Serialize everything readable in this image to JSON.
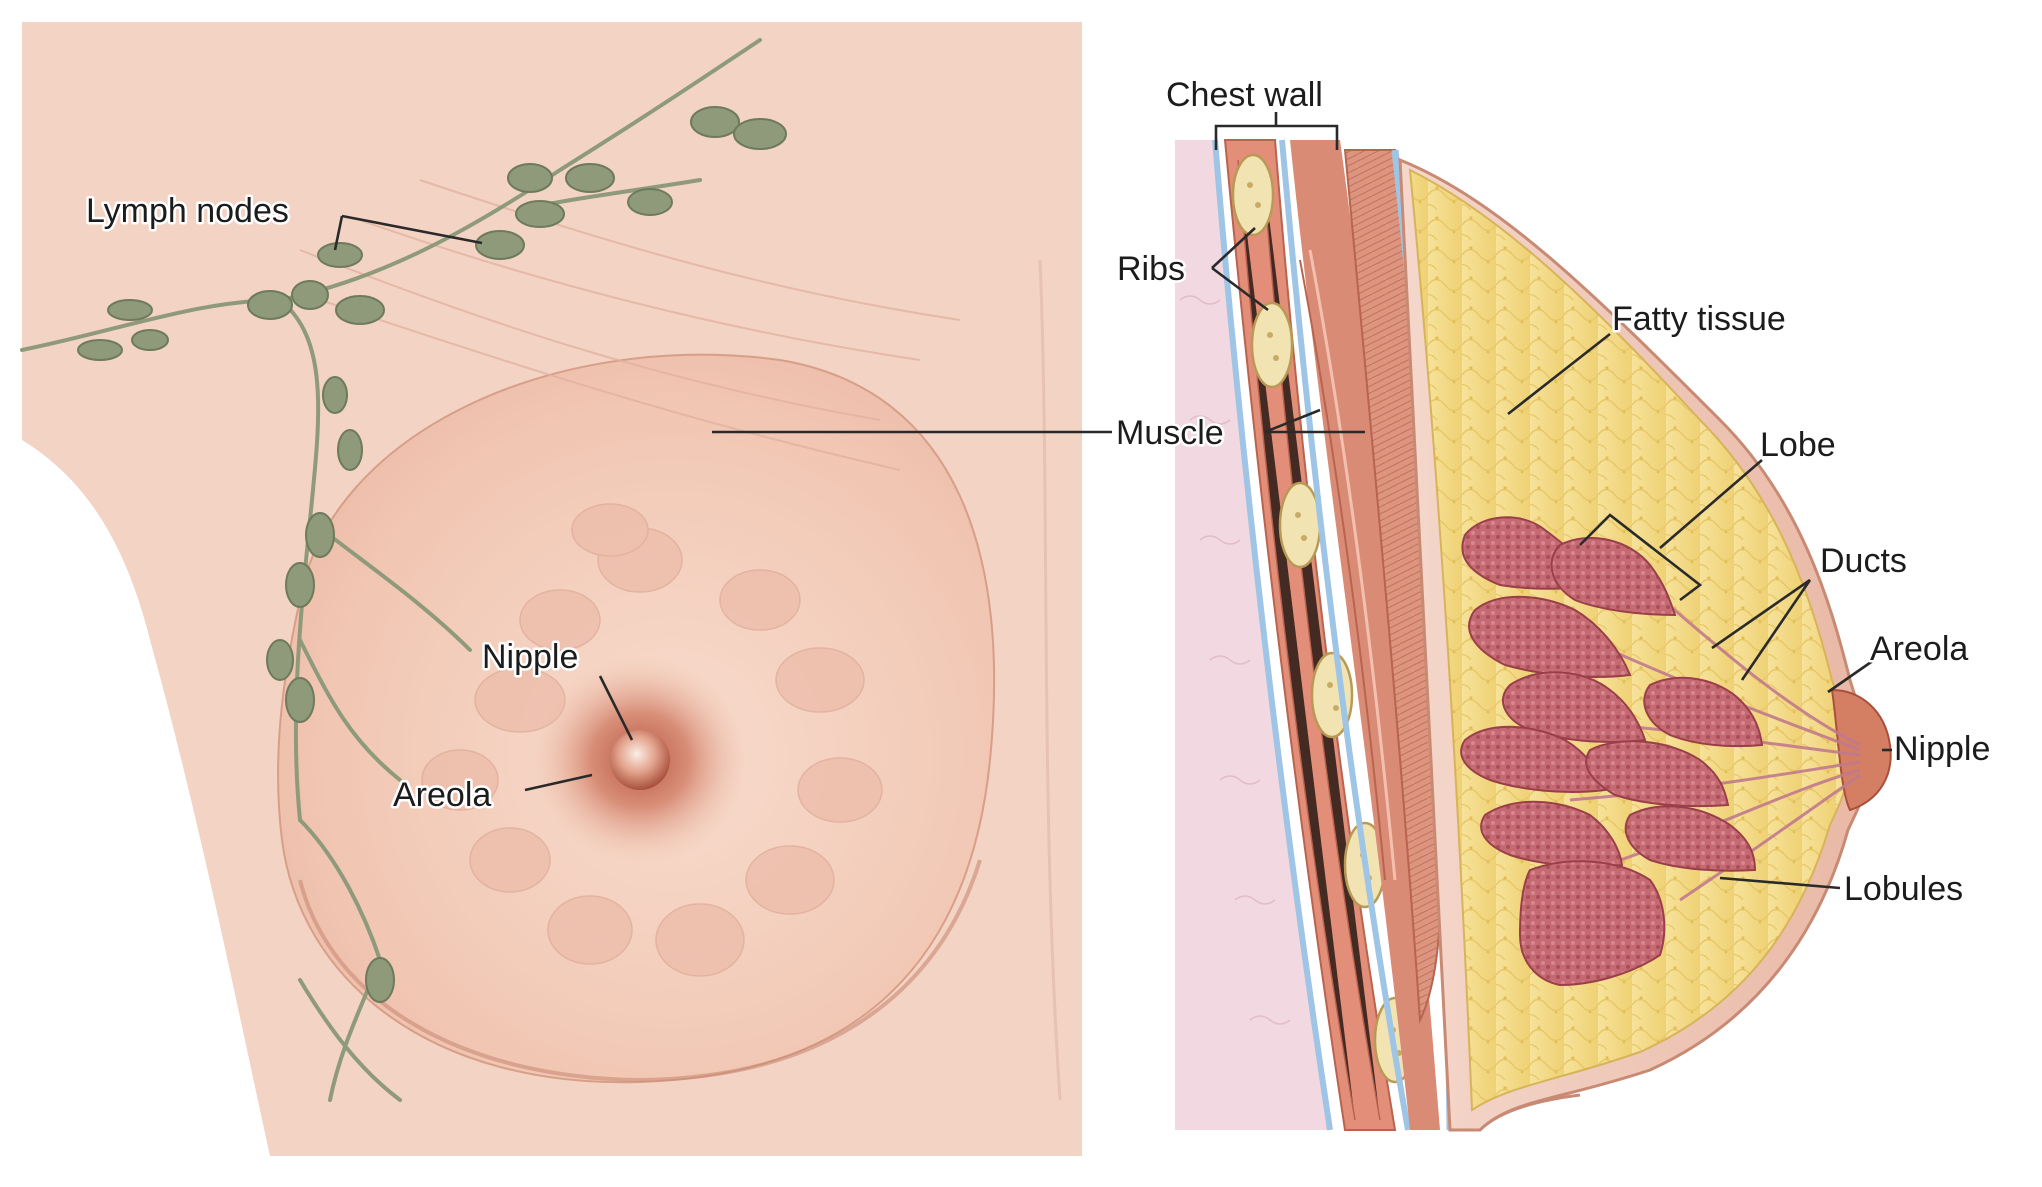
{
  "labels": {
    "lymph_nodes": "Lymph nodes",
    "nipple_front": "Nipple",
    "areola_front": "Areola",
    "chest_wall": "Chest wall",
    "ribs": "Ribs",
    "muscle": "Muscle",
    "fatty_tissue": "Fatty tissue",
    "lobe": "Lobe",
    "ducts": "Ducts",
    "areola_side": "Areola",
    "nipple_side": "Nipple",
    "lobules": "Lobules"
  },
  "colors": {
    "skin": "#f3cfbf",
    "skin_shadow": "#e2a894",
    "lymph": "#8e9a7a",
    "fat": "#f2dc86",
    "muscle": "#d98b76",
    "lobule": "#c0636b"
  }
}
